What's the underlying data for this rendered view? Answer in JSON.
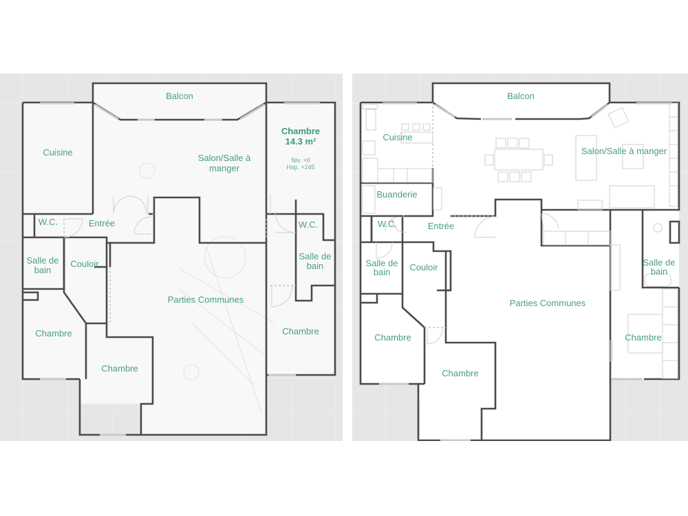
{
  "colors": {
    "label": "#4a9e83",
    "wall": "#4a4a4a",
    "background": "#e6e6e6",
    "floor": "#f8f8f8"
  },
  "left_plan": {
    "rooms": {
      "balcon": "Balcon",
      "cuisine": "Cuisine",
      "salon_l1": "Salon/Salle à",
      "salon_l2": "manger",
      "wc_left": "W.C.",
      "entree": "Entrée",
      "sdb_left_l1": "Salle de",
      "sdb_left_l2": "bain",
      "couloir": "Couloir",
      "chambre_left": "Chambre",
      "chambre_bottom": "Chambre",
      "parties_communes": "Parties Communes",
      "wc_right": "W.C.",
      "sdb_right_l1": "Salle de",
      "sdb_right_l2": "bain",
      "chambre_right": "Chambre"
    },
    "selected_room": {
      "name": "Chambre",
      "area": "14.3 m²",
      "level": "Niv. +0",
      "height": "Hsp. +245"
    }
  },
  "right_plan": {
    "rooms": {
      "balcon": "Balcon",
      "cuisine": "Cuisine",
      "salon": "Salon/Salle à manger",
      "buanderie": "Buanderie",
      "wc": "W.C.",
      "entree": "Entrée",
      "sdb_left_l1": "Salle de",
      "sdb_left_l2": "bain",
      "couloir": "Couloir",
      "chambre_left": "Chambre",
      "chambre_bottom": "Chambre",
      "parties_communes": "Parties Communes",
      "sdb_right_l1": "Salle de",
      "sdb_right_l2": "bain",
      "chambre_right": "Chambre"
    }
  }
}
